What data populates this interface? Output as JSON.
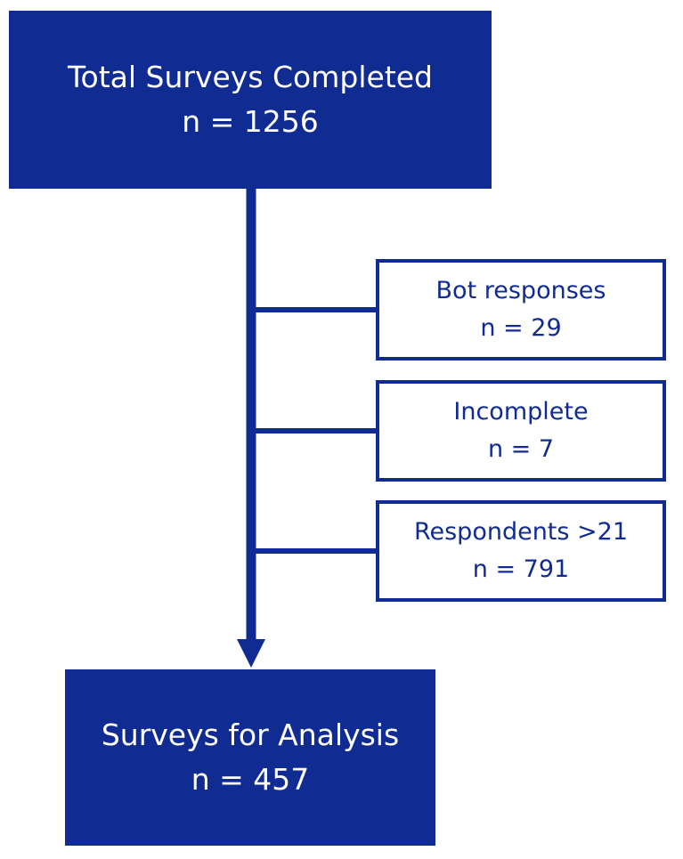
{
  "flowchart": {
    "top_box": {
      "title": "Total Surveys Completed",
      "count": "n = 1256"
    },
    "exclusions": [
      {
        "label": "Bot responses",
        "count": "n = 29"
      },
      {
        "label": "Incomplete",
        "count": "n = 7"
      },
      {
        "label": "Respondents >21",
        "count": "n = 791"
      }
    ],
    "bottom_box": {
      "title": "Surveys for Analysis",
      "count": "n = 457"
    },
    "colors": {
      "primary": "#102b91",
      "background": "#ffffff",
      "text_on_primary": "#ffffff"
    }
  }
}
